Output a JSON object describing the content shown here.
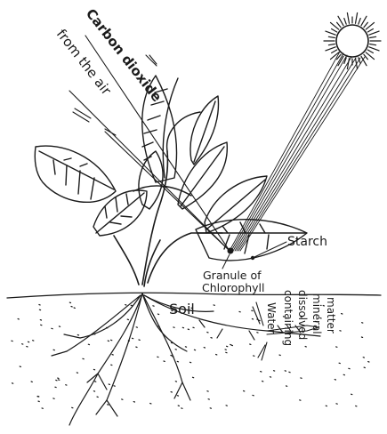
{
  "labels": {
    "carbon_dioxide": "Carbon dioxide",
    "from_the_air": "from the air",
    "starch": "Starch",
    "granule_line1": "Granule of",
    "granule_line2": "Chlorophyll",
    "soil": "Soil",
    "water": "Water",
    "containing": "containing",
    "dissolved": "dissolved",
    "mineral": "mineral",
    "matter": "matter"
  },
  "colors": {
    "ink": "#1a1a1a",
    "paper": "#ffffff"
  }
}
